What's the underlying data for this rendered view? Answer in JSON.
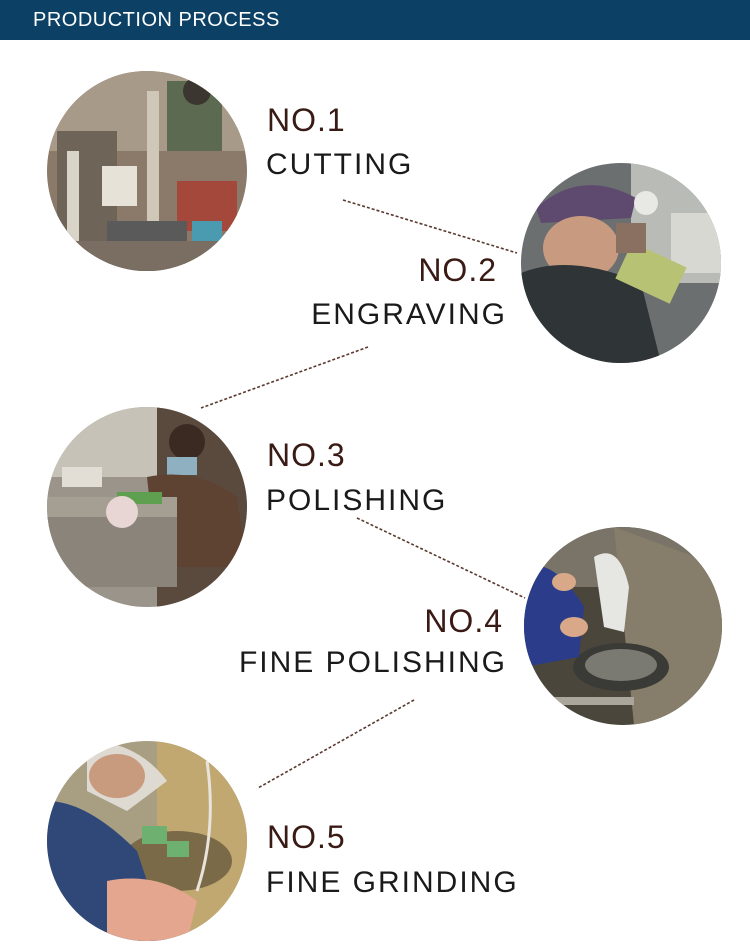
{
  "header": {
    "title": "PRODUCTION PROCESS"
  },
  "colors": {
    "header_bg": "#0c4165",
    "number_color": "#3a1a14",
    "name_color": "#1a1a1a"
  },
  "steps": [
    {
      "number": "NO.1",
      "name": "CUTTING"
    },
    {
      "number": "NO.2",
      "name": "ENGRAVING"
    },
    {
      "number": "NO.3",
      "name": "POLISHING"
    },
    {
      "number": "NO.4",
      "name": "FINE POLISHING"
    },
    {
      "number": "NO.5",
      "name": "FINE GRINDING"
    }
  ]
}
